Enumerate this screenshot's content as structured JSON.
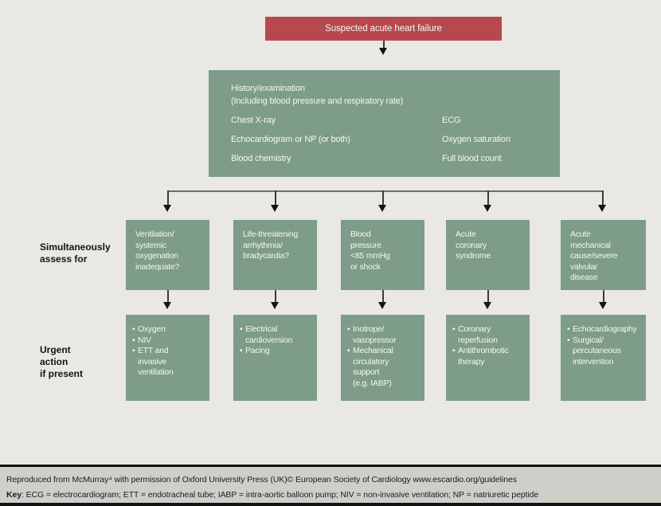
{
  "colors": {
    "box_green": "#7d9c89",
    "title_red": "#b6494f",
    "background_beige": "#e9e8e2",
    "footer_grey": "#cfcec9"
  },
  "diagram": {
    "title": "Suspected acute heart failure",
    "assessment_box": {
      "line1": "History/examination",
      "line2": "(Including blood pressure and respiratory rate)",
      "left_items": [
        "Chest X-ray",
        "Echocardiogram or NP (or both)",
        "Blood chemistry"
      ],
      "right_items": [
        "ECG",
        "Oxygen saturation",
        "Full blood count"
      ]
    },
    "row_labels": {
      "assess": "Simultaneously\nassess for",
      "action": "Urgent\naction\nif present"
    },
    "columns": [
      {
        "assess": "Ventilation/\nsystemic\noxygenation\ninadequate?",
        "actions": [
          "Oxygen",
          "NIV",
          "ETT and\ninvasive\nventilation"
        ]
      },
      {
        "assess": "Life-threatening\narrhythmia/\nbradycardia?",
        "actions": [
          "Electrical\ncardioversion",
          "Pacing"
        ]
      },
      {
        "assess": "Blood\npressure\n<85 mmHg\nor shock",
        "actions": [
          "Inotrope/\nvasopressor",
          "Mechanical\ncirculatory\nsupport\n(e.g. IABP)"
        ]
      },
      {
        "assess": "Acute\ncoronary\nsyndrome",
        "actions": [
          "Coronary\nreperfusion",
          "Antithrombotic\ntherapy"
        ]
      },
      {
        "assess": "Acute\nmechanical\ncause/severe\nvalvular\ndisease",
        "actions": [
          "Echocardiography",
          "Surgical/\npercutaneous\nintervention"
        ]
      }
    ]
  },
  "footer": {
    "attribution": "Reproduced from McMurray⁴ with permission of Oxford University Press (UK)© European Society of Cardiology www.escardio.org/guidelines",
    "key_label": "Key",
    "key_text": ": ECG = electrocardiogram; ETT = endotracheal tube; IABP = intra-aortic balloon pump; NIV = non-invasive ventilation; NP = natriuretic peptide"
  }
}
